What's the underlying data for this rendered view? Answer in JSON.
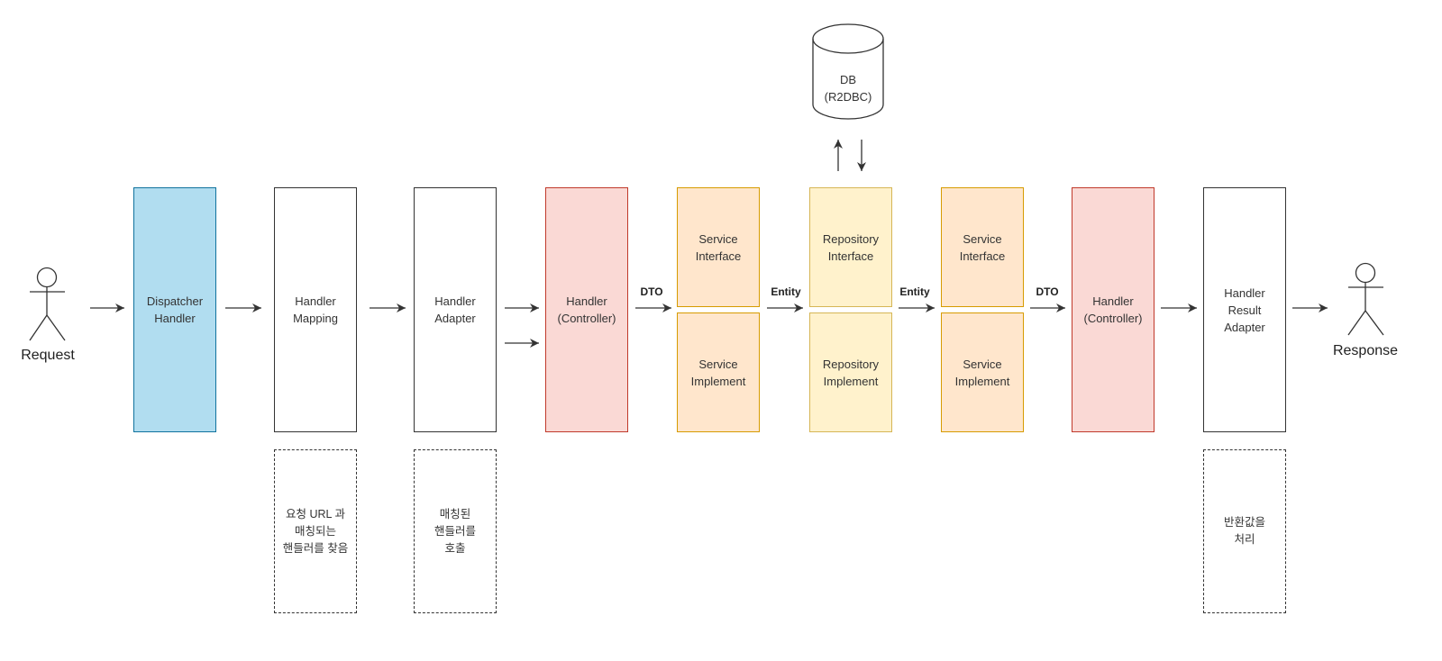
{
  "diagram": {
    "actors": {
      "request": "Request",
      "response": "Response"
    },
    "database": {
      "label": "DB\n(R2DBC)"
    },
    "components": {
      "dispatcher_handler": "Dispatcher\nHandler",
      "handler_mapping": "Handler\nMapping",
      "handler_adapter": "Handler\nAdapter",
      "handler_controller_in": "Handler\n(Controller)",
      "service_interface_in": "Service\nInterface",
      "service_implement_in": "Service\nImplement",
      "repository_interface": "Repository\nInterface",
      "repository_implement": "Repository\nImplement",
      "service_interface_out": "Service\nInterface",
      "service_implement_out": "Service\nImplement",
      "handler_controller_out": "Handler\n(Controller)",
      "handler_result_adapter": "Handler\nResult\nAdapter"
    },
    "edge_labels": {
      "controller_to_service": "DTO",
      "service_to_repository": "Entity",
      "repository_to_service": "Entity",
      "service_to_controller": "DTO"
    },
    "notes": {
      "handler_mapping": "요청 URL 과\n매칭되는\n핸들러를 찾음",
      "handler_adapter": "매칭된\n핸들러를\n호출",
      "handler_result_adapter": "반환값을\n처리"
    }
  },
  "colors": {
    "dispatcher_fill": "#b1ddf0",
    "dispatcher_stroke": "#10739e",
    "plain_fill": "#ffffff",
    "plain_stroke": "#333333",
    "controller_fill": "#fad9d5",
    "controller_stroke": "#c0392b",
    "service_fill": "#ffe6cc",
    "service_stroke": "#d79b00",
    "repository_fill": "#fff2cc",
    "repository_stroke": "#d6b656",
    "line": "#333333"
  }
}
